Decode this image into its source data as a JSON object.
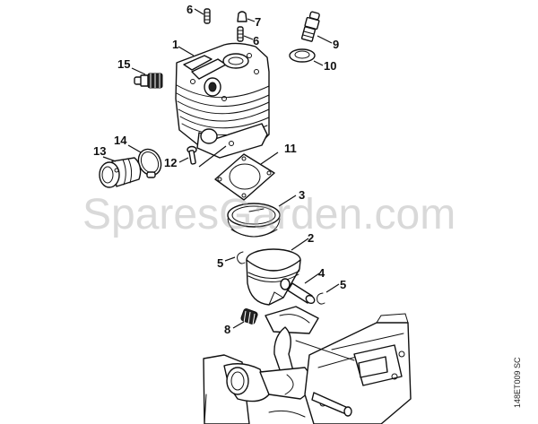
{
  "diagram": {
    "subject": "Cylinder and piston exploded parts diagram",
    "watermark": "SparesGarden.com",
    "drawing_code": "148ET009 SC",
    "line_color": "#111111",
    "background": "#ffffff",
    "callouts": [
      {
        "id": "c6a",
        "label": "6",
        "part": "stud"
      },
      {
        "id": "c7",
        "label": "7",
        "part": "cap"
      },
      {
        "id": "c6b",
        "label": "6",
        "part": "stud"
      },
      {
        "id": "c1",
        "label": "1",
        "part": "cylinder"
      },
      {
        "id": "c9",
        "label": "9",
        "part": "decompression valve"
      },
      {
        "id": "c10",
        "label": "10",
        "part": "valve seal"
      },
      {
        "id": "c15",
        "label": "15",
        "part": "spark plug"
      },
      {
        "id": "c14",
        "label": "14",
        "part": "hose clamp"
      },
      {
        "id": "c13",
        "label": "13",
        "part": "intake manifold"
      },
      {
        "id": "c12",
        "label": "12",
        "part": "screw"
      },
      {
        "id": "c11",
        "label": "11",
        "part": "cylinder gasket"
      },
      {
        "id": "c3",
        "label": "3",
        "part": "piston rings"
      },
      {
        "id": "c2",
        "label": "2",
        "part": "piston"
      },
      {
        "id": "c5a",
        "label": "5",
        "part": "circlip"
      },
      {
        "id": "c4",
        "label": "4",
        "part": "piston pin"
      },
      {
        "id": "c5b",
        "label": "5",
        "part": "circlip"
      },
      {
        "id": "c8",
        "label": "8",
        "part": "needle cage"
      }
    ]
  }
}
